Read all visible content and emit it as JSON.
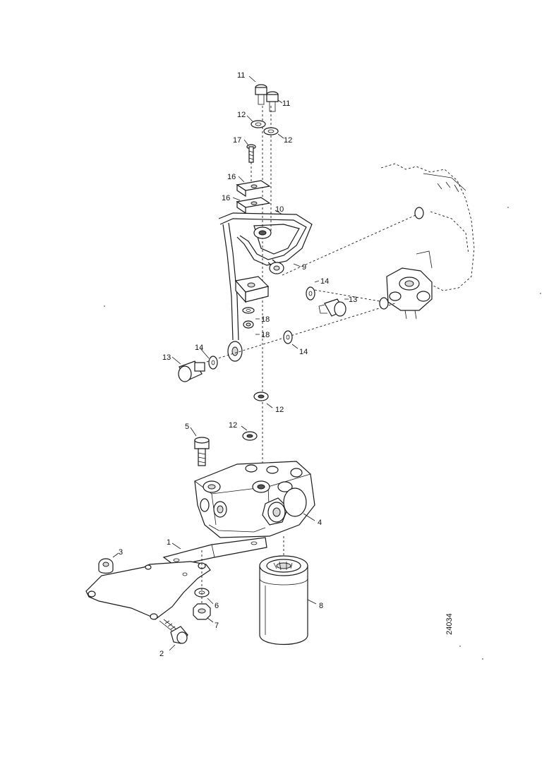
{
  "drawing_number": "24034",
  "callouts": [
    {
      "id": "c11a",
      "label": "11"
    },
    {
      "id": "c11b",
      "label": "11"
    },
    {
      "id": "c12a",
      "label": "12"
    },
    {
      "id": "c12b",
      "label": "12"
    },
    {
      "id": "c17",
      "label": "17"
    },
    {
      "id": "c16a",
      "label": "16"
    },
    {
      "id": "c16b",
      "label": "16"
    },
    {
      "id": "c10",
      "label": "10"
    },
    {
      "id": "c9",
      "label": "9"
    },
    {
      "id": "c14a",
      "label": "14"
    },
    {
      "id": "c13a",
      "label": "13"
    },
    {
      "id": "c18a",
      "label": "18"
    },
    {
      "id": "c18b",
      "label": "18"
    },
    {
      "id": "c14b",
      "label": "14"
    },
    {
      "id": "c14c",
      "label": "14"
    },
    {
      "id": "c13b",
      "label": "13"
    },
    {
      "id": "c12c",
      "label": "12"
    },
    {
      "id": "c12d",
      "label": "12"
    },
    {
      "id": "c5",
      "label": "5"
    },
    {
      "id": "c4",
      "label": "4"
    },
    {
      "id": "c1",
      "label": "1"
    },
    {
      "id": "c3",
      "label": "3"
    },
    {
      "id": "c6",
      "label": "6"
    },
    {
      "id": "c7",
      "label": "7"
    },
    {
      "id": "c8",
      "label": "8"
    },
    {
      "id": "c2",
      "label": "2"
    }
  ]
}
